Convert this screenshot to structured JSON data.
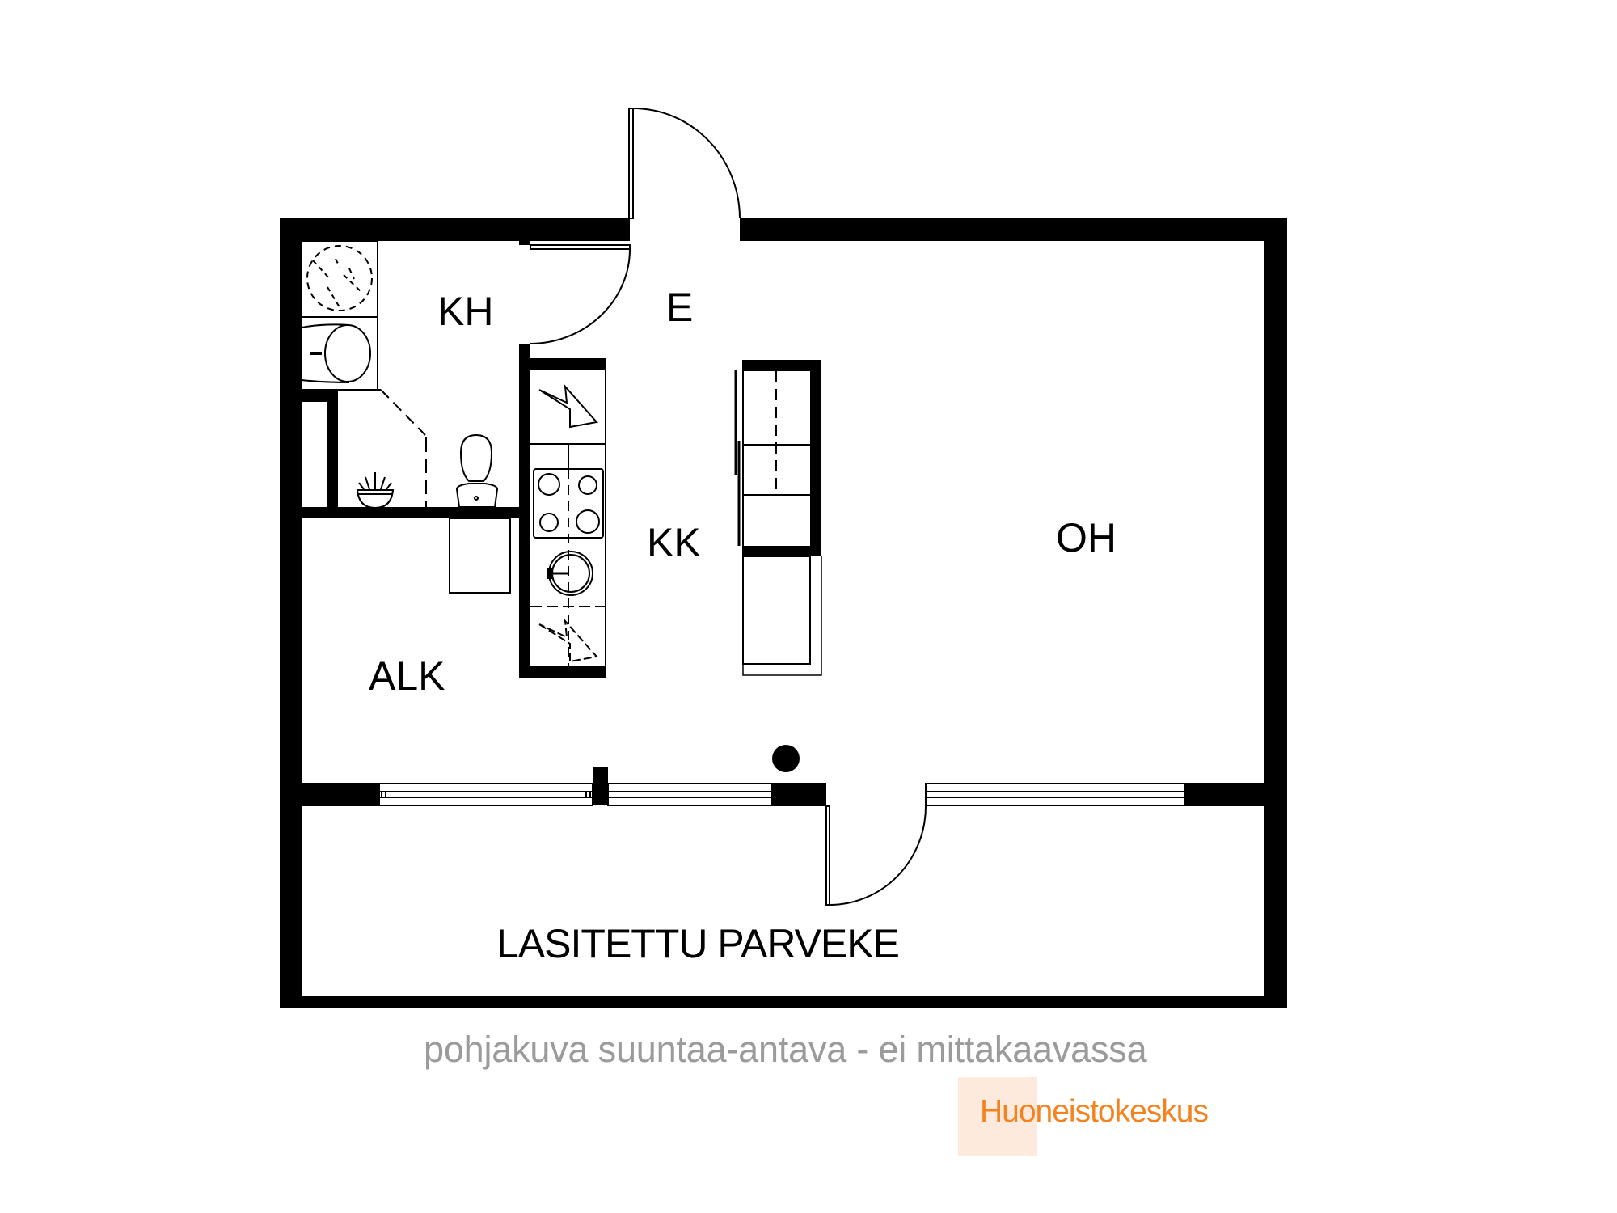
{
  "floorplan": {
    "rooms": {
      "kh": "KH",
      "e": "E",
      "kk": "KK",
      "oh": "OH",
      "alk": "ALK",
      "balcony": "LASITETTU PARVEKE"
    },
    "caption": "pohjakuva suuntaa-antava - ei mittakaavassa",
    "logo": {
      "text": "Huoneistokeskus",
      "text_color": "#f4821f",
      "box_color": "#fdeadc"
    },
    "wall_color": "#000000",
    "caption_color": "#9b9b9b",
    "icons": [
      "shower-icon",
      "washbasin-icon",
      "sauna-heater-icon",
      "toilet-icon",
      "stove-icon",
      "kitchen-sink-icon",
      "refrigerator-icon",
      "dishwasher-icon",
      "wardrobe-icon",
      "column-icon",
      "door-swing-icon",
      "window-icon"
    ]
  }
}
